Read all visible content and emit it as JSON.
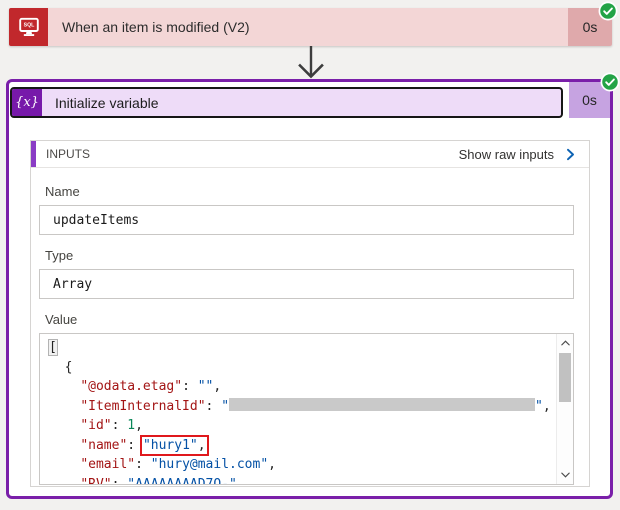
{
  "theme": {
    "page_bg": "#f2f1ef",
    "trigger_icon_bg": "#c1282c",
    "trigger_header_bg": "#f3d6d6",
    "trigger_duration_bg": "#dfa9ab",
    "action_icon_bg": "#7719aa",
    "action_header_bg": "#eedcf8",
    "action_duration_bg": "#c6a3e1",
    "action_border": "#7a1fa9",
    "panel_accent": "#8a3cc5",
    "success_green": "#23a346",
    "annotation_red": "#e0181c",
    "json_key": "#a31515",
    "json_string": "#0451a5",
    "json_number": "#098658"
  },
  "trigger_card": {
    "title": "When an item is modified (V2)",
    "duration": "0s",
    "icon": "sql-server-icon",
    "status": "succeeded"
  },
  "action_card": {
    "title": "Initialize variable",
    "icon_glyph": "{x}",
    "duration": "0s",
    "status": "succeeded",
    "panel": {
      "title": "INPUTS",
      "raw_link": "Show raw inputs",
      "name_label": "Name",
      "name_value": "updateItems",
      "type_label": "Type",
      "type_value": "Array",
      "value_label": "Value",
      "code_lines": [
        [
          {
            "t": "[",
            "c": "punct",
            "hl": true
          }
        ],
        [
          {
            "t": "  {",
            "c": "punct"
          }
        ],
        [
          {
            "t": "    ",
            "c": "punct"
          },
          {
            "t": "\"@odata.etag\"",
            "c": "key"
          },
          {
            "t": ": ",
            "c": "punct"
          },
          {
            "t": "\"\"",
            "c": "str"
          },
          {
            "t": ",",
            "c": "punct"
          }
        ],
        [
          {
            "t": "    ",
            "c": "punct"
          },
          {
            "t": "\"ItemInternalId\"",
            "c": "key"
          },
          {
            "t": ": ",
            "c": "punct"
          },
          {
            "t": "\"",
            "c": "str"
          },
          {
            "redacted": true
          },
          {
            "t": "\"",
            "c": "str"
          },
          {
            "t": ",",
            "c": "punct"
          }
        ],
        [
          {
            "t": "    ",
            "c": "punct"
          },
          {
            "t": "\"id\"",
            "c": "key"
          },
          {
            "t": ": ",
            "c": "punct"
          },
          {
            "t": "1",
            "c": "num"
          },
          {
            "t": ",",
            "c": "punct"
          }
        ],
        [
          {
            "t": "    ",
            "c": "punct"
          },
          {
            "t": "\"name\"",
            "c": "key"
          },
          {
            "t": ": ",
            "c": "punct"
          },
          {
            "annot": [
              {
                "t": "\"hury1\"",
                "c": "str"
              },
              {
                "t": ",",
                "c": "punct"
              }
            ]
          }
        ],
        [
          {
            "t": "    ",
            "c": "punct"
          },
          {
            "t": "\"email\"",
            "c": "key"
          },
          {
            "t": ": ",
            "c": "punct"
          },
          {
            "t": "\"hury@mail.com\"",
            "c": "str"
          },
          {
            "t": ",",
            "c": "punct"
          }
        ],
        [
          {
            "t": "    ",
            "c": "punct"
          },
          {
            "t": "\"RV\"",
            "c": "key"
          },
          {
            "t": ": ",
            "c": "punct"
          },
          {
            "t": "\"AAAAAAAAD7Q-\"",
            "c": "str"
          }
        ]
      ]
    }
  }
}
